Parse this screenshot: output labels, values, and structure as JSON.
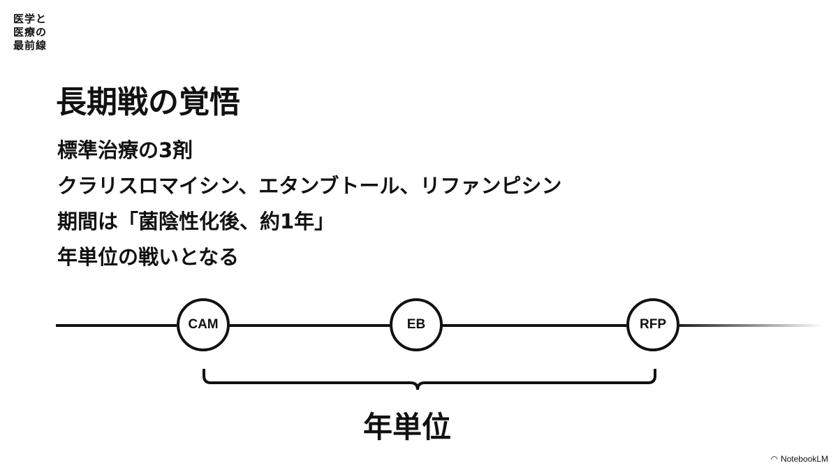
{
  "logo": [
    "医学と",
    "医療の",
    "最前線"
  ],
  "title": "長期戦の覚悟",
  "lines": [
    "標準治療の3剤",
    "クラリスロマイシン、エタンブトール、リファンピシン",
    "期間は「菌陰性化後、約1年」",
    "年単位の戦いとなる"
  ],
  "timeline": {
    "nodes": [
      "CAM",
      "EB",
      "RFP"
    ],
    "brace_label": "年単位"
  },
  "footer": {
    "brand": "NotebookLM"
  }
}
